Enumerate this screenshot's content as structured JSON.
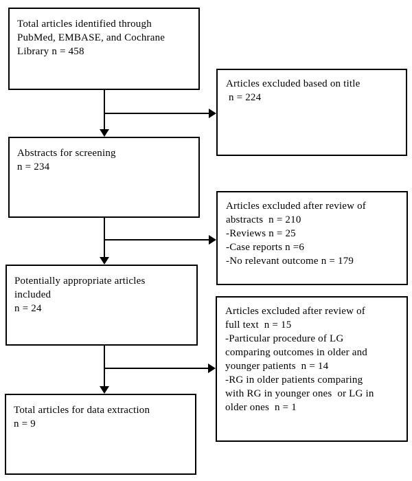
{
  "diagram": {
    "type": "flowchart",
    "background_color": "#ffffff",
    "line_color": "#000000",
    "text_color": "#000000",
    "nodes": {
      "identified": {
        "text": "Total articles identified through\nPubMed, EMBASE, and Cochrane\nLibrary n = 458",
        "n": 458
      },
      "screening": {
        "text": "Abstracts for screening\nn = 234",
        "n": 234
      },
      "appropriate": {
        "text": "Potentially appropriate articles\nincluded\nn = 24",
        "n": 24
      },
      "extraction": {
        "text": "Total articles for data extraction\nn = 9",
        "n": 9
      },
      "excluded_title": {
        "text": "Articles excluded based on title\n n = 224",
        "n": 224
      },
      "excluded_abstracts": {
        "text": "Articles excluded after review of\nabstracts  n = 210\n-Reviews n = 25\n-Case reports n =6\n-No relevant outcome n = 179",
        "n": 210
      },
      "excluded_fulltext": {
        "text": "Articles excluded after review of\nfull text  n = 15\n-Particular procedure of LG\ncomparing outcomes in older and\nyounger patients  n = 14\n-RG in older patients comparing\nwith RG in younger ones  or LG in\nolder ones  n = 1",
        "n": 15
      }
    }
  }
}
